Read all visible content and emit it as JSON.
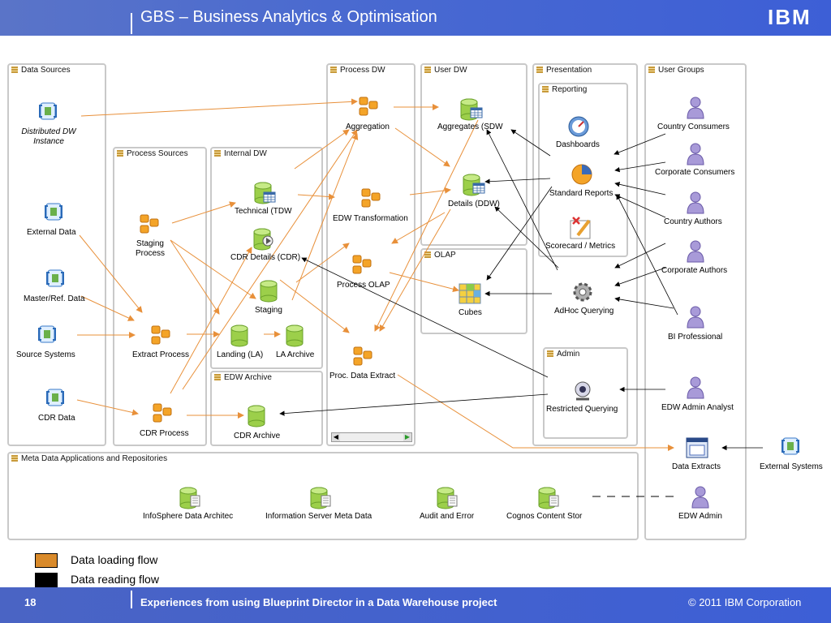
{
  "header": {
    "title": "GBS – Business Analytics & Optimisation",
    "logo": "IBM"
  },
  "footer": {
    "page": "18",
    "subtitle": "Experiences from using Blueprint Director in a Data Warehouse project",
    "copyright": "© 2011 IBM Corporation"
  },
  "panels": {
    "data_sources": "Data Sources",
    "process_sources": "Process Sources",
    "internal_dw": "Internal DW",
    "edw_archive": "EDW Archive",
    "process_dw": "Process DW",
    "user_dw": "User DW",
    "olap": "OLAP",
    "presentation": "Presentation",
    "reporting": "Reporting",
    "admin": "Admin",
    "user_groups": "User Groups",
    "meta": "Meta Data Applications and Repositories"
  },
  "nodes": {
    "distributed": "Distributed DW Instance",
    "external_data": "External Data",
    "master_ref": "Master/Ref. Data",
    "source_systems": "Source Systems",
    "cdr_data": "CDR Data",
    "staging_process": "Staging Process",
    "extract_process": "Extract Process",
    "cdr_process": "CDR Process",
    "technical": "Technical (TDW",
    "cdr_details": "CDR Details (CDR)",
    "staging": "Staging",
    "landing": "Landing (LA)",
    "la_archive": "LA Archive",
    "cdr_archive": "CDR Archive",
    "aggregation": "Aggregation",
    "edw_transformation": "EDW Transformation",
    "process_olap": "Process OLAP",
    "proc_data_extract": "Proc. Data Extract",
    "aggregates": "Aggregates (SDW",
    "details": "Details (DDW)",
    "cubes": "Cubes",
    "dashboards": "Dashboards",
    "standard_reports": "Standard Reports",
    "scorecard": "Scorecard / Metrics",
    "adhoc": "AdHoc Querying",
    "restricted": "Restricted Querying",
    "data_extracts": "Data Extracts",
    "external_systems": "External Systems",
    "country_consumers": "Country Consumers",
    "corporate_consumers": "Corporate Consumers",
    "country_authors": "Country Authors",
    "corporate_authors": "Corporate Authors",
    "bi_professional": "BI Professional",
    "edw_admin_analyst": "EDW Admin Analyst",
    "edw_admin": "EDW Admin",
    "infosphere": "InfoSphere Data Architec",
    "info_server": "Information Server Meta Data",
    "audit": "Audit and Error",
    "cognos": "Cognos Content Stor"
  },
  "legend": {
    "loading": "Data loading flow",
    "reading": "Data reading flow",
    "loading_color": "#d98a2a",
    "reading_color": "#000000"
  }
}
